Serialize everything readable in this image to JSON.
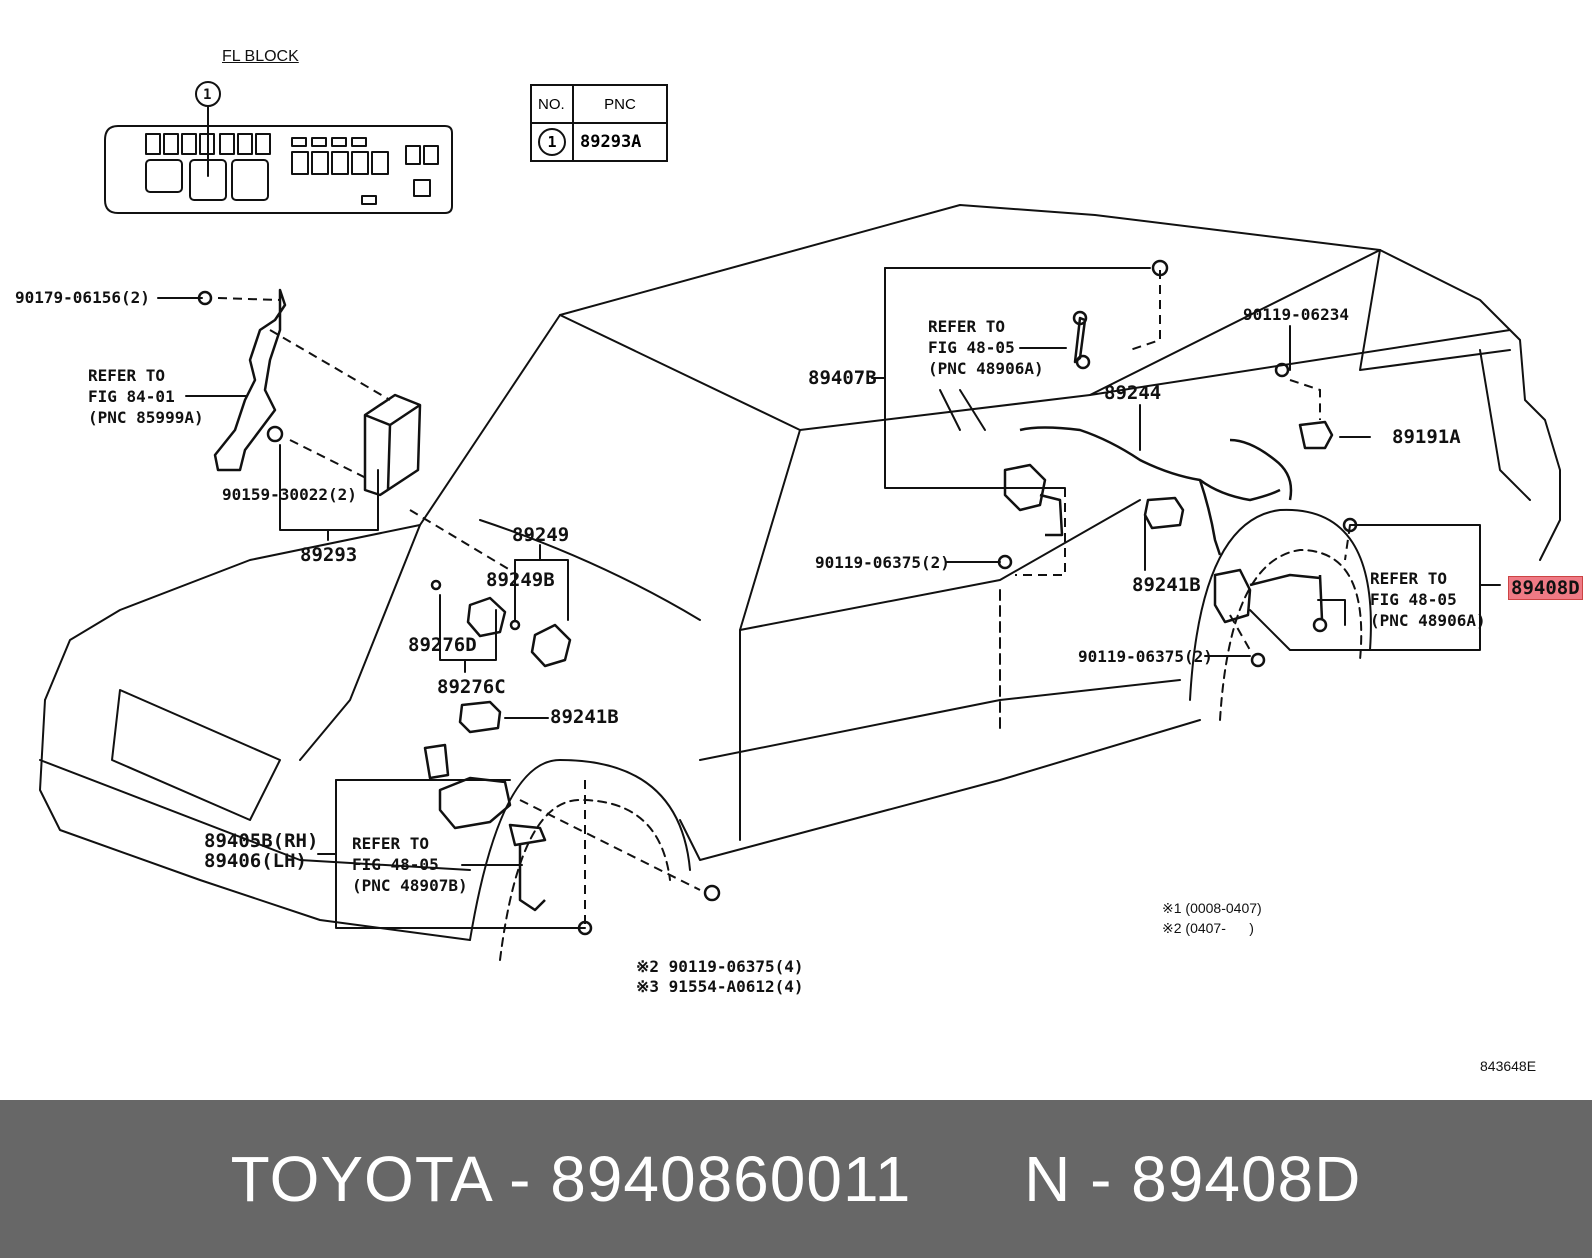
{
  "fl_block": {
    "title": "FL BLOCK",
    "callout": "1"
  },
  "pnc_table": {
    "headers": [
      "NO.",
      "PNC"
    ],
    "rows": [
      {
        "no": "1",
        "pnc": "89293A"
      }
    ]
  },
  "labels": {
    "bolt_90179": "90179-06156(2)",
    "refer_84_l1": "REFER TO",
    "refer_84_l2": "FIG 84-01",
    "refer_84_l3": "(PNC 85999A)",
    "bolt_90159": "90159-30022(2)",
    "p89293": "89293",
    "p89249": "89249",
    "p89249b": "89249B",
    "p89276d": "89276D",
    "p89276c": "89276C",
    "p89241b_front": "89241B",
    "p89405b": "89405B(RH)",
    "p89406": "89406(LH)",
    "refer_48_front_l1": "REFER TO",
    "refer_48_front_l2": "FIG 48-05",
    "refer_48_front_l3": "(PNC 48907B)",
    "bolt_front_1": "※2 90119-06375(4)",
    "bolt_front_2": "※3 91554-A0612(4)",
    "p89407b": "89407B",
    "refer_48_top_l1": "REFER TO",
    "refer_48_top_l2": "FIG 48-05",
    "refer_48_top_l3": "(PNC 48906A)",
    "p89244": "89244",
    "bolt_90119_06234": "90119-06234",
    "p89191a": "89191A",
    "bolt_mid": "90119-06375(2)",
    "p89241b_rear": "89241B",
    "p89408d": "89408D",
    "refer_48_rear_l1": "REFER TO",
    "refer_48_rear_l2": "FIG 48-05",
    "refer_48_rear_l3": "(PNC 48906A)",
    "bolt_rear": "90119-06375(2)",
    "note_1": "※1 (0008-0407)",
    "note_2": "※2 (0407-      )",
    "drawing_no": "843648E"
  },
  "banner": {
    "text": "TOYOTA - 8940860011      N - 89408D",
    "bg": "#676767",
    "fg": "#ffffff"
  },
  "highlight_color": "#ef7a85"
}
